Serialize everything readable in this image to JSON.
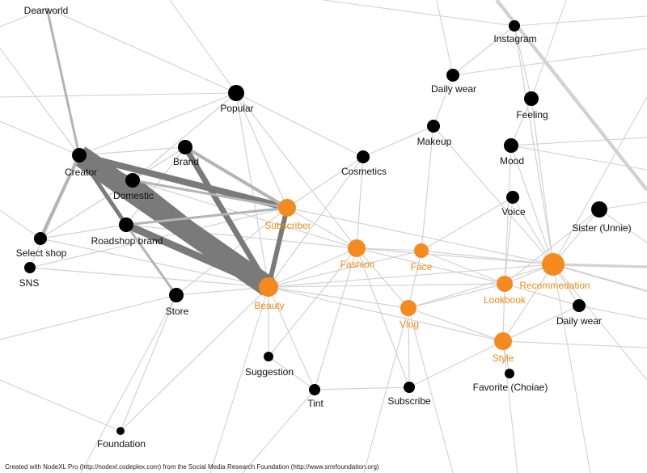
{
  "colors": {
    "core_node": "#f58a1e",
    "regular_node": "#000000",
    "core_label": "#f08a1c",
    "regular_label": "#111111",
    "thin_edge": "#d2d2d2",
    "strong_edge": "#7a7a7a"
  },
  "nodes": [
    {
      "id": "dearworld",
      "label": "Dearworld",
      "group": "regular"
    },
    {
      "id": "instagram",
      "label": "Instagram",
      "group": "regular"
    },
    {
      "id": "dailywear_top",
      "label": "Daily wear",
      "group": "regular"
    },
    {
      "id": "popular",
      "label": "Popular",
      "group": "regular"
    },
    {
      "id": "feeling",
      "label": "Feeling",
      "group": "regular"
    },
    {
      "id": "makeup",
      "label": "Makeup",
      "group": "regular"
    },
    {
      "id": "creator",
      "label": "Creator",
      "group": "regular"
    },
    {
      "id": "brand",
      "label": "Brand",
      "group": "regular"
    },
    {
      "id": "mood",
      "label": "Mood",
      "group": "regular"
    },
    {
      "id": "cosmetics",
      "label": "Cosmetics",
      "group": "regular"
    },
    {
      "id": "domestic",
      "label": "Domestic",
      "group": "regular"
    },
    {
      "id": "voice",
      "label": "Voice",
      "group": "regular"
    },
    {
      "id": "subscriber",
      "label": "Subscriber",
      "group": "core"
    },
    {
      "id": "sister",
      "label": "Sister (Unnie)",
      "group": "regular"
    },
    {
      "id": "roadshop",
      "label": "Roadshop brand",
      "group": "regular"
    },
    {
      "id": "selectshop",
      "label": "Select shop",
      "group": "regular"
    },
    {
      "id": "fashion",
      "label": "Fashion",
      "group": "core"
    },
    {
      "id": "face",
      "label": "Face",
      "group": "core"
    },
    {
      "id": "sns",
      "label": "SNS",
      "group": "regular"
    },
    {
      "id": "recommendation",
      "label": "Recommedation",
      "group": "core"
    },
    {
      "id": "beauty",
      "label": "Beauty",
      "group": "core"
    },
    {
      "id": "lookbook",
      "label": "Lookbook",
      "group": "core"
    },
    {
      "id": "store",
      "label": "Store",
      "group": "regular"
    },
    {
      "id": "vlog",
      "label": "Vlog",
      "group": "core"
    },
    {
      "id": "dailywear_right",
      "label": "Daily wear",
      "group": "regular"
    },
    {
      "id": "style",
      "label": "Style",
      "group": "core"
    },
    {
      "id": "suggestion",
      "label": "Suggestion",
      "group": "regular"
    },
    {
      "id": "favorite",
      "label": "Favorite (Choiae)",
      "group": "regular"
    },
    {
      "id": "tint",
      "label": "Tint",
      "group": "regular"
    },
    {
      "id": "subscribe",
      "label": "Subscribe",
      "group": "regular"
    },
    {
      "id": "foundation",
      "label": "Foundation",
      "group": "regular"
    }
  ],
  "credit": "Created with NodeXL Pro (http://nodexl.codeplex.com) from the Social Media Research Foundation (http://www.smrfoundation.org)"
}
